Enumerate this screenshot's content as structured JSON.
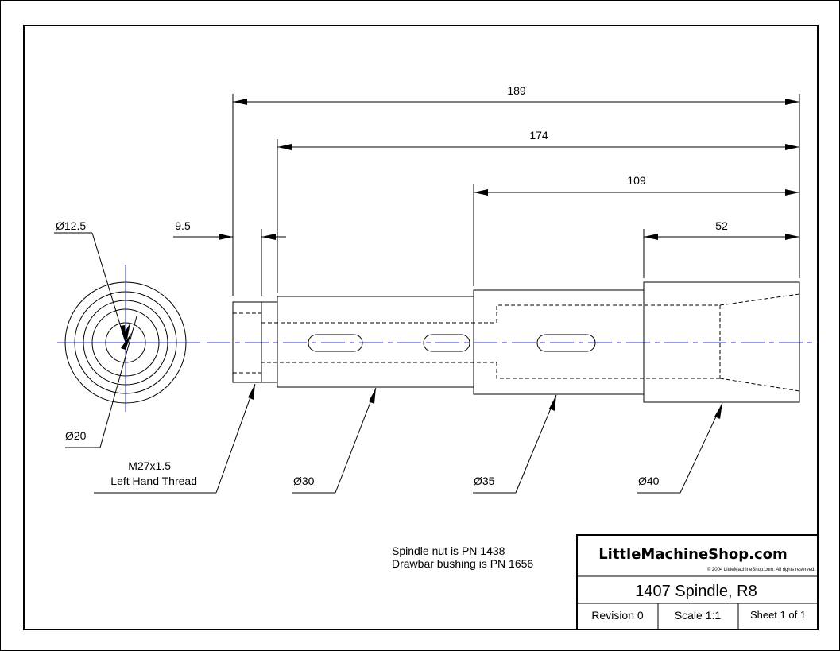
{
  "dimensions": {
    "overall_length": "189",
    "length_174": "174",
    "length_109": "109",
    "length_52": "52",
    "thread_length": "9.5",
    "small_bore_diameter": "Ø12.5",
    "bore_diameter": "Ø20"
  },
  "callouts": {
    "thread_spec": "M27x1.5",
    "thread_hand": "Left Hand Thread",
    "diameter_30": "Ø30",
    "diameter_35": "Ø35",
    "diameter_40": "Ø40"
  },
  "notes": {
    "line1": "Spindle nut is PN 1438",
    "line2": "Drawbar bushing is PN 1656"
  },
  "title_block": {
    "company": "LittleMachineShop.com",
    "copyright": "© 2004 LittleMachineShop.com. All rights reserved.",
    "title": "1407 Spindle, R8",
    "revision": "Revision 0",
    "scale": "Scale 1:1",
    "sheet": "Sheet 1 of 1"
  },
  "colors": {
    "line": "#000000",
    "centerline": "#3333cc",
    "background": "#ffffff"
  }
}
